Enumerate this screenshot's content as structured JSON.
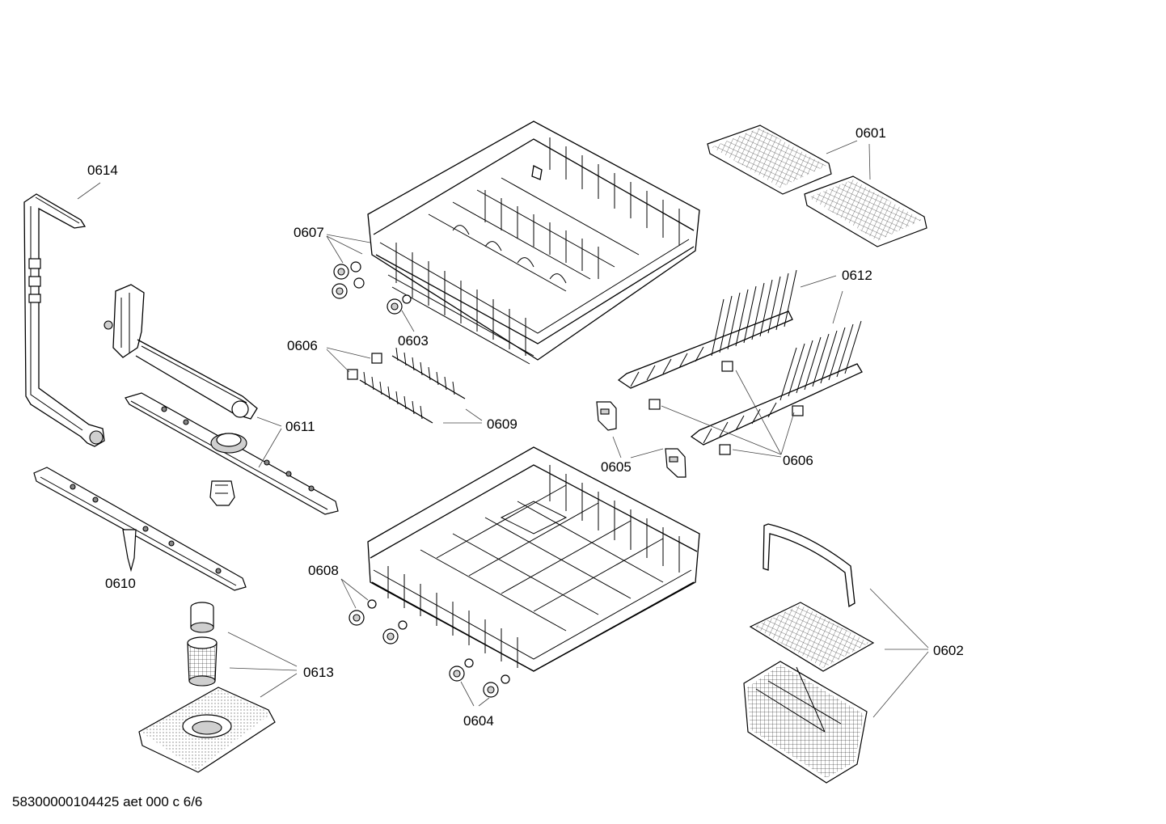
{
  "diagram": {
    "labels": {
      "p0601": "0601",
      "p0602": "0602",
      "p0603": "0603",
      "p0604": "0604",
      "p0605": "0605",
      "p0606a": "0606",
      "p0606b": "0606",
      "p0607": "0607",
      "p0608": "0608",
      "p0609": "0609",
      "p0610": "0610",
      "p0611": "0611",
      "p0612": "0612",
      "p0613": "0613",
      "p0614": "0614"
    },
    "footer": "58300000104425 aet 000 c 6/6"
  }
}
